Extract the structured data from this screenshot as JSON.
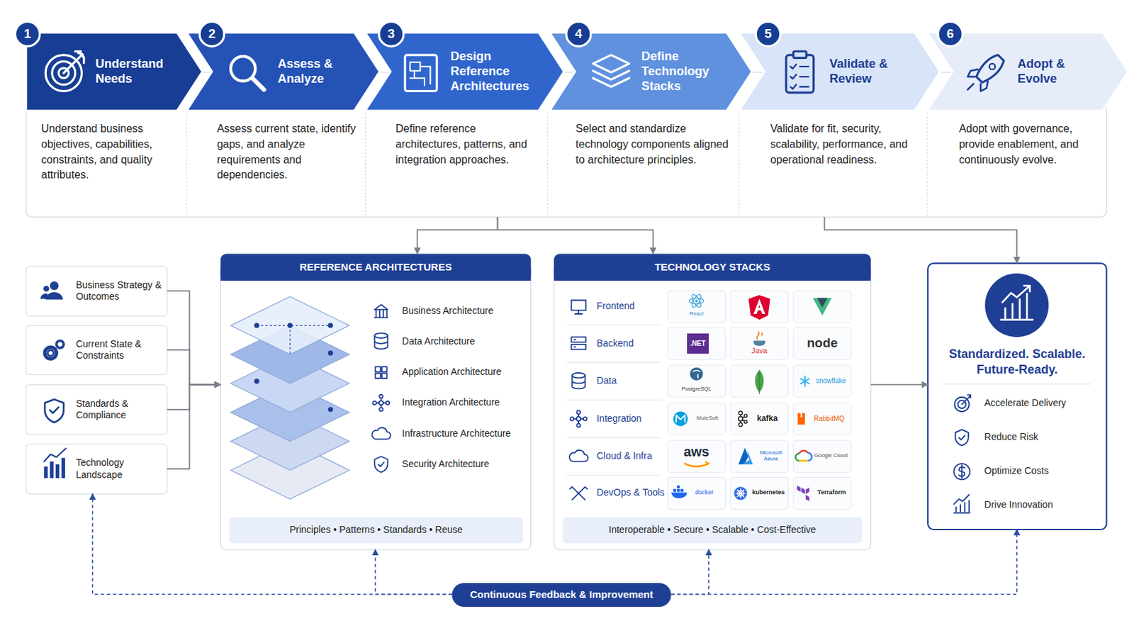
{
  "diagram": {
    "nodes": [
      {
        "text": [
          "Understand Needs",
          "Understand business objectives, capabilities, constraints, and quality attributes."
        ]
      },
      {
        "text": [
          "Assess & Analyze",
          "Assess current state, identify gaps, and analyze requirements and dependencies."
        ]
      },
      {
        "text": [
          "Design Reference Architectures",
          "Define reference architectures, patterns, and integration approaches."
        ]
      },
      {
        "text": [
          "Define Technology Stacks",
          "Select and standardize technology components aligned to architecture principles."
        ]
      },
      {
        "text": [
          "Validate & Review",
          "Validate for fit, security, scalability, performance, and operational readiness."
        ]
      },
      {
        "text": [
          "Adopt & Evolve",
          "Adopt with governance, provide enablement, and continuously evolve."
        ]
      },
      {
        "text": [
          "Business Strategy & Outcomes"
        ]
      },
      {
        "text": [
          "Current State & Constraints"
        ]
      },
      {
        "text": [
          "Standards & Compliance"
        ]
      },
      {
        "text": [
          "Technology Landscape"
        ]
      },
      {
        "text": [
          "REFERENCE ARCHITECTURES",
          "Business Architecture",
          "Data Architecture",
          "Application Architecture",
          "Integration Architecture",
          "Infrastructure Architecture",
          "Security Architecture"
        ]
      },
      {
        "text": [
          "Principles • Patterns • Standards • Reuse"
        ],
        "in": 10
      },
      {
        "text": [
          "TECHNOLOGY STACKS",
          "Frontend",
          "Backend",
          "Data",
          "Integration",
          "Cloud & Infra",
          "DevOps & Tools"
        ]
      },
      {
        "text": [
          "React"
        ],
        "in": 12
      },
      {
        "text": [
          ".NET"
        ],
        "in": 12
      },
      {
        "text": [
          "Java"
        ],
        "in": 12
      },
      {
        "text": [
          "node"
        ],
        "in": 12
      },
      {
        "text": [
          "PostgreSQL"
        ],
        "in": 12
      },
      {
        "text": [
          "snowflake"
        ],
        "in": 12
      },
      {
        "text": [
          "MuleSoft"
        ],
        "in": 12
      },
      {
        "text": [
          "kafka"
        ],
        "in": 12
      },
      {
        "text": [
          "RabbitMQ"
        ],
        "in": 12
      },
      {
        "text": [
          "aws"
        ],
        "in": 12
      },
      {
        "text": [
          "Microsoft Azure"
        ],
        "in": 12
      },
      {
        "text": [
          "Google Cloud"
        ],
        "in": 12
      },
      {
        "text": [
          "docker"
        ],
        "in": 12
      },
      {
        "text": [
          "kubernetes"
        ],
        "in": 12
      },
      {
        "text": [
          "Terraform"
        ],
        "in": 12
      },
      {
        "text": [
          "Interoperable • Secure • Scalable • Cost-Effective"
        ],
        "in": 12
      },
      {
        "text": [
          "Standardized. Scalable. Future-Ready.",
          "Accelerate Delivery",
          "Reduce Risk",
          "Optimize Costs",
          "Drive Innovation"
        ]
      },
      {
        "text": [
          "Continuous Feedback & Improvement"
        ]
      }
    ],
    "edges": [
      {
        "from": 2,
        "to": 10,
        "arrow": "to"
      },
      {
        "from": 2,
        "to": 12,
        "arrow": "to"
      },
      {
        "from": 4,
        "to": 29,
        "arrow": "to"
      },
      {
        "from": 6,
        "to": 10,
        "arrow": "to"
      },
      {
        "from": 7,
        "to": 10,
        "arrow": "to"
      },
      {
        "from": 8,
        "to": 10,
        "arrow": "to"
      },
      {
        "from": 9,
        "to": 10,
        "arrow": "to"
      },
      {
        "from": 12,
        "to": 29,
        "arrow": "to"
      },
      {
        "from": 30,
        "to": 9,
        "arrow": "to"
      },
      {
        "from": 30,
        "to": 10,
        "arrow": "to"
      },
      {
        "from": 30,
        "to": 12,
        "arrow": "to"
      },
      {
        "from": 30,
        "to": 29,
        "arrow": "to"
      }
    ],
    "labels": [
      "1",
      "2",
      "3",
      "4",
      "5",
      "6"
    ]
  }
}
